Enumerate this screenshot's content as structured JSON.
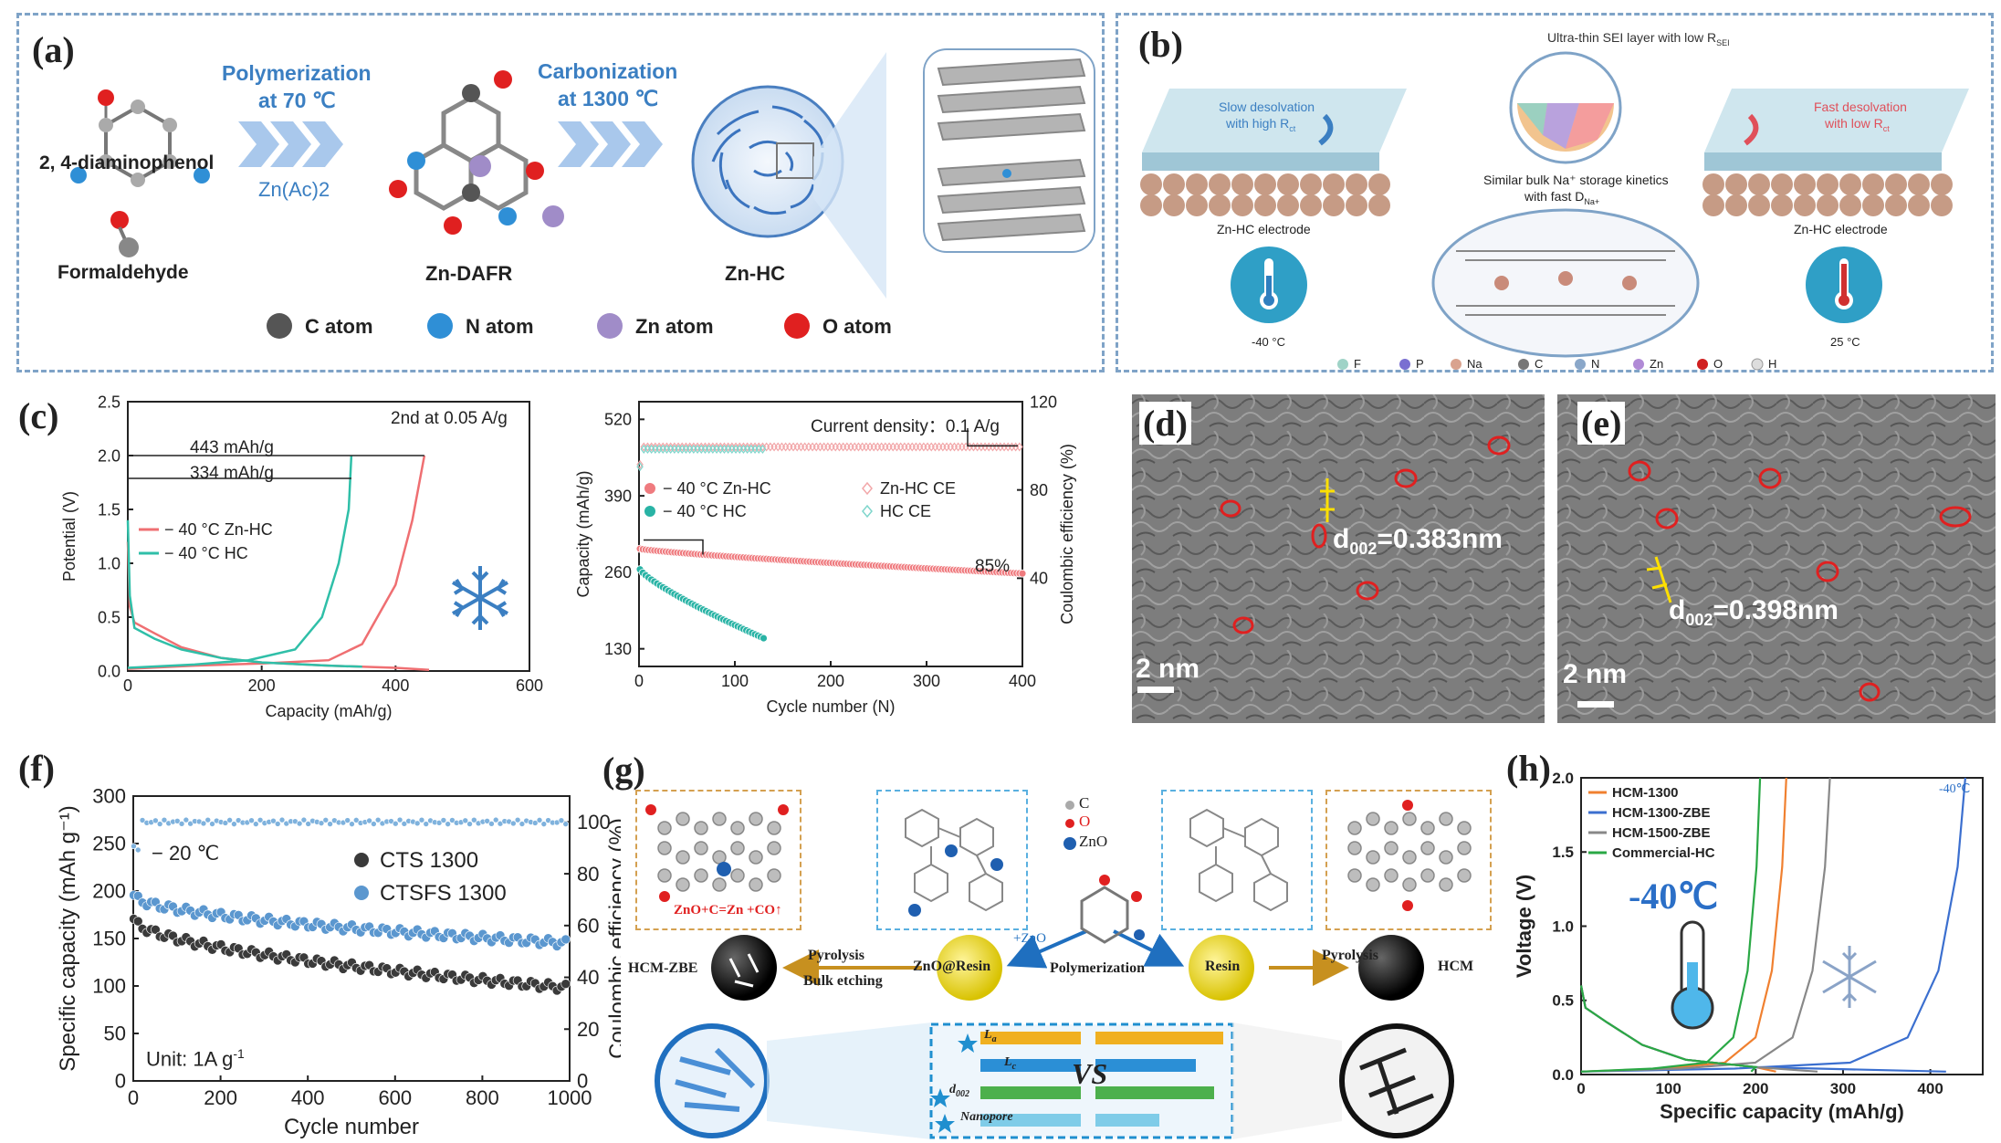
{
  "panel_a": {
    "label": "(a)",
    "monomer1": "2, 4-diaminophenol",
    "monomer2": "Formaldehyde",
    "step1_title": "Polymerization",
    "step1_temp": "at 70 ℃",
    "step1_reagent": "Zn(Ac)2",
    "intermediate": "Zn-DAFR",
    "step2_title": "Carbonization",
    "step2_temp": "at 1300 ℃",
    "product": "Zn-HC",
    "legend": [
      {
        "name": "C atom",
        "color": "#555555"
      },
      {
        "name": "N atom",
        "color": "#2f8fd6"
      },
      {
        "name": "Zn atom",
        "color": "#a08cc8"
      },
      {
        "name": "O atom",
        "color": "#e02020"
      }
    ]
  },
  "panel_b": {
    "label": "(b)",
    "sei": "Ultra-thin SEI layer  with low R",
    "sei_sub": "SEI",
    "slow": "Slow desolvation",
    "slow2": "with high R",
    "slow_sub": "ct",
    "fast": "Fast desolvation",
    "fast2": "with low R",
    "fast_sub": "ct",
    "similar": "Similar bulk Na⁺ storage kinetics",
    "similar2": "with fast D",
    "similar2_sub": "Na+",
    "left_electrode": "Zn-HC electrode",
    "right_electrode": "Zn-HC electrode",
    "cold_temp": "-40 °C",
    "warm_temp": "25 °C",
    "legend": [
      {
        "name": "F",
        "color": "#9fd3c7"
      },
      {
        "name": "P",
        "color": "#7a6fd1"
      },
      {
        "name": "Na",
        "color": "#d9a38f"
      },
      {
        "name": "C",
        "color": "#777777"
      },
      {
        "name": "N",
        "color": "#8aa7c9"
      },
      {
        "name": "Zn",
        "color": "#b08ad6"
      },
      {
        "name": "O",
        "color": "#d02020"
      },
      {
        "name": "H",
        "color": "#dddddd"
      }
    ]
  },
  "panel_c": {
    "label": "(c)",
    "left_note": "2nd at 0.05 A/g",
    "cap1": "443 mAh/g",
    "cap2": "334 mAh/g",
    "xlabel_left": "Capacity (mAh/g)",
    "right_note": "Current density：0.1 A/g",
    "pct": "85%",
    "xlabel_right": "Cycle number (N)"
  },
  "panel_d": {
    "label": "(d)",
    "spacing": "d",
    "spacing_sub": "002",
    "spacing_val": "=0.383nm",
    "scale": "2 nm"
  },
  "panel_e": {
    "label": "(e)",
    "spacing": "d",
    "spacing_sub": "002",
    "spacing_val": "=0.398nm",
    "scale": "2 nm"
  },
  "panel_f": {
    "label": "(f)",
    "temp": "− 20 ℃",
    "unit": "Unit: 1A g",
    "unit_sup": "-1"
  },
  "panel_g": {
    "label": "(g)",
    "reaction": "ZnO+C=Zn +CO↑",
    "c_label": "C",
    "o_label": "O",
    "zno_label": "ZnO",
    "plus_zno": "+ZnO",
    "polymerization": "Polymerization",
    "pyrolysis_left": "Pyrolysis",
    "bulk_etching": "Bulk etching",
    "pyrolysis_right": "Pyrolysis",
    "hcm_zbe": "HCM-ZBE",
    "zno_resin": "ZnO@Resin",
    "resin": "Resin",
    "hcm": "HCM",
    "vs": "VS",
    "bar_la": "L",
    "bar_la_sub": "a",
    "bar_lc": "L",
    "bar_lc_sub": "c",
    "bar_d002": "d",
    "bar_d002_sub": "002",
    "bar_nano": "Nanopore"
  },
  "panel_h": {
    "label": "(h)",
    "temp_big": "-40℃",
    "temp_small": "-40℃"
  },
  "chart_data": [
    {
      "id": "c-left",
      "type": "line",
      "xlabel": "Capacity (mAh/g)",
      "ylabel": "Potential (V)",
      "xlim": [
        0,
        600
      ],
      "ylim": [
        0,
        2.5
      ],
      "xticks": [
        0,
        200,
        400,
        600
      ],
      "yticks": [
        0.0,
        0.5,
        1.0,
        1.5,
        2.0,
        2.5
      ],
      "legend_position": "center-left",
      "series": [
        {
          "name": "− 40 °C Zn-HC",
          "color": "#ef6f72",
          "charge": [
            [
              0,
              0.02
            ],
            [
              100,
              0.05
            ],
            [
              200,
              0.07
            ],
            [
              300,
              0.1
            ],
            [
              350,
              0.25
            ],
            [
              400,
              0.8
            ],
            [
              425,
              1.4
            ],
            [
              443,
              2.0
            ]
          ],
          "discharge": [
            [
              0,
              1.2
            ],
            [
              3,
              0.6
            ],
            [
              10,
              0.45
            ],
            [
              40,
              0.35
            ],
            [
              80,
              0.22
            ],
            [
              140,
              0.12
            ],
            [
              200,
              0.08
            ],
            [
              300,
              0.05
            ],
            [
              400,
              0.03
            ],
            [
              450,
              0.01
            ]
          ]
        },
        {
          "name": "− 40 °C HC",
          "color": "#2fbfa8",
          "charge": [
            [
              0,
              0.03
            ],
            [
              100,
              0.06
            ],
            [
              180,
              0.1
            ],
            [
              250,
              0.2
            ],
            [
              290,
              0.5
            ],
            [
              315,
              1.0
            ],
            [
              330,
              1.5
            ],
            [
              334,
              2.0
            ]
          ],
          "discharge": [
            [
              0,
              1.4
            ],
            [
              3,
              0.7
            ],
            [
              10,
              0.4
            ],
            [
              40,
              0.3
            ],
            [
              80,
              0.2
            ],
            [
              140,
              0.12
            ],
            [
              200,
              0.08
            ],
            [
              300,
              0.05
            ],
            [
              350,
              0.04
            ]
          ]
        }
      ]
    },
    {
      "id": "c-right",
      "type": "scatter",
      "xlabel": "Cycle number (N)",
      "ylabel": "Capacity (mAh/g)",
      "y2label": "Coulombic efficiency (%)",
      "xlim": [
        0,
        400
      ],
      "ylim": [
        100,
        550
      ],
      "y2lim": [
        0,
        120
      ],
      "xticks": [
        0,
        100,
        200,
        300,
        400
      ],
      "yticks": [
        130,
        260,
        390,
        520
      ],
      "y2ticks": [
        40,
        80,
        120
      ],
      "series": [
        {
          "name": "− 40 °C Zn-HC",
          "color": "#ef7b7f",
          "kind": "capacity",
          "start": 300,
          "end": 258,
          "n": 400
        },
        {
          "name": "− 40 °C HC",
          "color": "#29b3a5",
          "kind": "capacity",
          "start": 265,
          "end": 148,
          "n": 130
        },
        {
          "name": "Zn-HC CE",
          "color": "#f2a7a9",
          "kind": "ce",
          "value": 99.5,
          "n": 400
        },
        {
          "name": "HC CE",
          "color": "#7fd6cc",
          "kind": "ce",
          "value": 98.5,
          "n": 130
        }
      ]
    },
    {
      "id": "f",
      "type": "scatter",
      "xlabel": "Cycle number",
      "ylabel": "Specific capacity (mAh g⁻¹)",
      "y2label": "Coulombic efficiency (%)",
      "xlim": [
        0,
        1000
      ],
      "ylim": [
        0,
        300
      ],
      "y2lim": [
        0,
        110
      ],
      "xticks": [
        0,
        200,
        400,
        600,
        800,
        1000
      ],
      "yticks": [
        0,
        50,
        100,
        150,
        200,
        250,
        300
      ],
      "y2ticks": [
        0,
        20,
        40,
        60,
        80,
        100
      ],
      "series": [
        {
          "name": "CTS 1300",
          "color": "#3a3a3a",
          "kind": "capacity",
          "start": 170,
          "end": 98,
          "n": 1000
        },
        {
          "name": "CTSFS 1300",
          "color": "#5b97cf",
          "kind": "capacity",
          "start": 195,
          "end": 145,
          "n": 1000
        },
        {
          "name": "CE",
          "color": "#7fb2dd",
          "kind": "ce",
          "value": 100,
          "n": 1000
        }
      ]
    },
    {
      "id": "h",
      "type": "line",
      "xlabel": "Specific capacity (mAh/g)",
      "ylabel": "Voltage (V)",
      "xlim": [
        0,
        460
      ],
      "ylim": [
        0,
        2.0
      ],
      "xticks": [
        0,
        100,
        200,
        300,
        400
      ],
      "yticks": [
        0.0,
        0.5,
        1.0,
        1.5,
        2.0
      ],
      "legend_position": "top-left",
      "series": [
        {
          "name": "HCM-1300",
          "color": "#f08030",
          "cap": 235
        },
        {
          "name": "HCM-1300-ZBE",
          "color": "#3b6fcf",
          "cap": 440
        },
        {
          "name": "HCM-1500-ZBE",
          "color": "#888888",
          "cap": 285
        },
        {
          "name": "Commercial-HC",
          "color": "#2aa845",
          "cap": 205
        }
      ]
    }
  ]
}
